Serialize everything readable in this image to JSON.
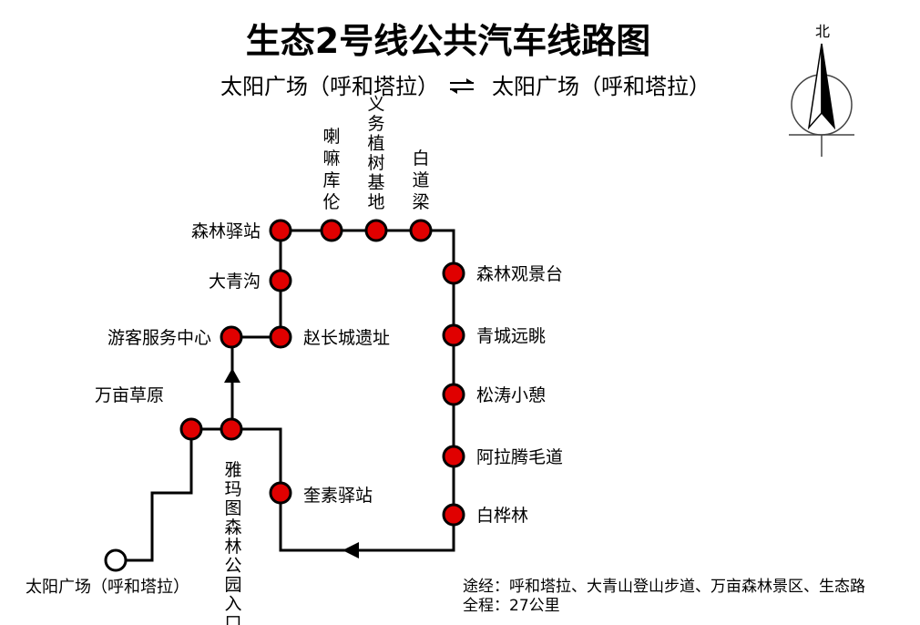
{
  "title": "生态2号线公共汽车线路图",
  "subtitle": {
    "from": "太阳广场（呼和塔拉）",
    "to": "太阳广场（呼和塔拉）"
  },
  "compass": {
    "label": "北",
    "icon": "north-arrow-icon"
  },
  "terminal": {
    "name": "太阳广场（呼和塔拉）"
  },
  "stations": [
    {
      "id": "wanmu-caoyuan",
      "name": "万亩草原"
    },
    {
      "id": "yamatu-park-entrance",
      "name": "雅玛图森林公园入口"
    },
    {
      "id": "youke-fuwu-zhongxin",
      "name": "游客服务中心"
    },
    {
      "id": "zhao-changcheng",
      "name": "赵长城遗址"
    },
    {
      "id": "da-qing-gou",
      "name": "大青沟"
    },
    {
      "id": "senlin-yizhan",
      "name": "森林驿站"
    },
    {
      "id": "lama-kulun",
      "name": "喇嘛库伦"
    },
    {
      "id": "yiwu-zhishu",
      "name": "义务植树基地"
    },
    {
      "id": "bai-dao-liang",
      "name": "白道梁"
    },
    {
      "id": "senlin-guanjingtai",
      "name": "森林观景台"
    },
    {
      "id": "qingcheng-yuantiao",
      "name": "青城远眺"
    },
    {
      "id": "songtao-xiaoqi",
      "name": "松涛小憩"
    },
    {
      "id": "alateng-maodao",
      "name": "阿拉腾毛道"
    },
    {
      "id": "bai-hua-lin",
      "name": "白桦林"
    },
    {
      "id": "kuisu-yizhan",
      "name": "奎素驿站"
    }
  ],
  "footer": {
    "via": "途经：呼和塔拉、大青山登山步道、万亩森林景区、生态路",
    "distance": "全程：27公里"
  },
  "colors": {
    "station_fill": "#e00000",
    "line": "#000000",
    "terminal_fill": "#ffffff",
    "text": "#000000"
  }
}
